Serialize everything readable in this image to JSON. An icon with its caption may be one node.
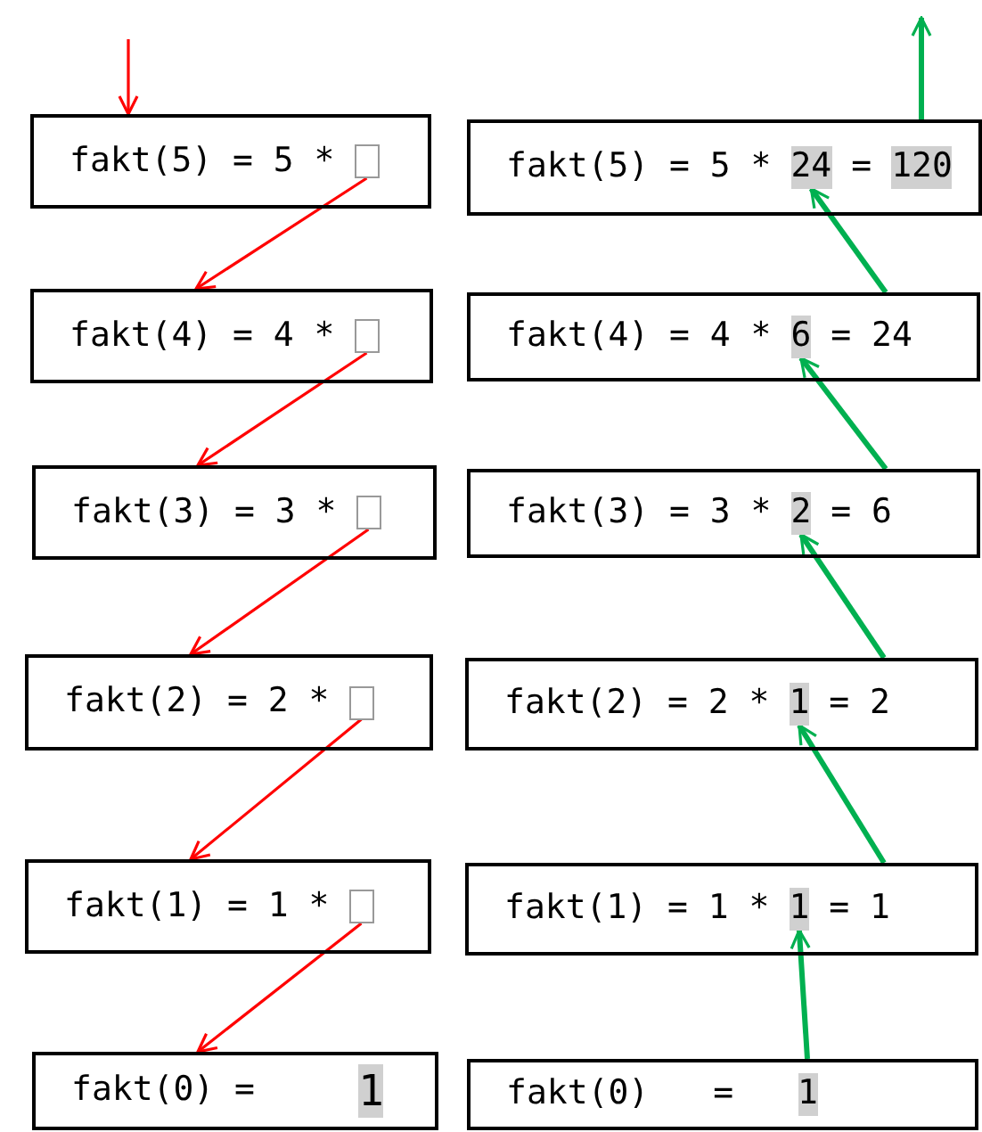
{
  "diagram": {
    "nodes": [
      {
        "text": [
          "fakt(5) = 5 *"
        ]
      },
      {
        "text": [],
        "shape": "box",
        "in": 0
      },
      {
        "text": [
          "fakt(5) = 5 *",
          "="
        ]
      },
      {
        "text": [
          "24"
        ],
        "in": 2
      },
      {
        "text": [
          "120"
        ],
        "in": 2
      },
      {
        "text": [
          "fakt(4) = 4 *"
        ]
      },
      {
        "text": [],
        "shape": "box",
        "in": 5
      },
      {
        "text": [
          "fakt(4) = 4 *",
          "= 24"
        ]
      },
      {
        "text": [
          "6"
        ],
        "in": 7
      },
      {
        "text": [
          "fakt(3) = 3 *"
        ]
      },
      {
        "text": [],
        "shape": "box",
        "in": 9
      },
      {
        "text": [
          "fakt(3) = 3 *",
          "= 6"
        ]
      },
      {
        "text": [
          "2"
        ],
        "in": 11
      },
      {
        "text": [
          "fakt(2) = 2 *"
        ]
      },
      {
        "text": [],
        "shape": "box",
        "in": 13
      },
      {
        "text": [
          "fakt(2) = 2 *",
          "= 2"
        ]
      },
      {
        "text": [
          "1"
        ],
        "in": 15
      },
      {
        "text": [
          "fakt(1) = 1 *"
        ]
      },
      {
        "text": [],
        "shape": "box",
        "in": 17
      },
      {
        "text": [
          "fakt(1) = 1 *",
          "= 1"
        ]
      },
      {
        "text": [
          "1"
        ],
        "in": 19
      },
      {
        "text": [
          "fakt(0) ="
        ]
      },
      {
        "text": [
          "1"
        ],
        "in": 21
      },
      {
        "text": [
          "fakt(0)",
          "="
        ]
      },
      {
        "text": [
          "1"
        ],
        "in": 23
      }
    ],
    "edges": [
      {
        "from": null,
        "to": 0,
        "arrow": "to",
        "color": "#ff0000"
      },
      {
        "from": 1,
        "to": 5,
        "arrow": "to",
        "color": "#ff0000"
      },
      {
        "from": 6,
        "to": 9,
        "arrow": "to",
        "color": "#ff0000"
      },
      {
        "from": 10,
        "to": 13,
        "arrow": "to",
        "color": "#ff0000"
      },
      {
        "from": 14,
        "to": 17,
        "arrow": "to",
        "color": "#ff0000"
      },
      {
        "from": 18,
        "to": 21,
        "arrow": "to",
        "color": "#ff0000"
      },
      {
        "from": 2,
        "to": null,
        "arrow": "to",
        "color": "#00b050"
      },
      {
        "from": 7,
        "to": 3,
        "arrow": "to",
        "color": "#00b050"
      },
      {
        "from": 11,
        "to": 8,
        "arrow": "to",
        "color": "#00b050"
      },
      {
        "from": 15,
        "to": 12,
        "arrow": "to",
        "color": "#00b050"
      },
      {
        "from": 19,
        "to": 16,
        "arrow": "to",
        "color": "#00b050"
      },
      {
        "from": 23,
        "to": 20,
        "arrow": "to",
        "color": "#00b050"
      }
    ]
  }
}
